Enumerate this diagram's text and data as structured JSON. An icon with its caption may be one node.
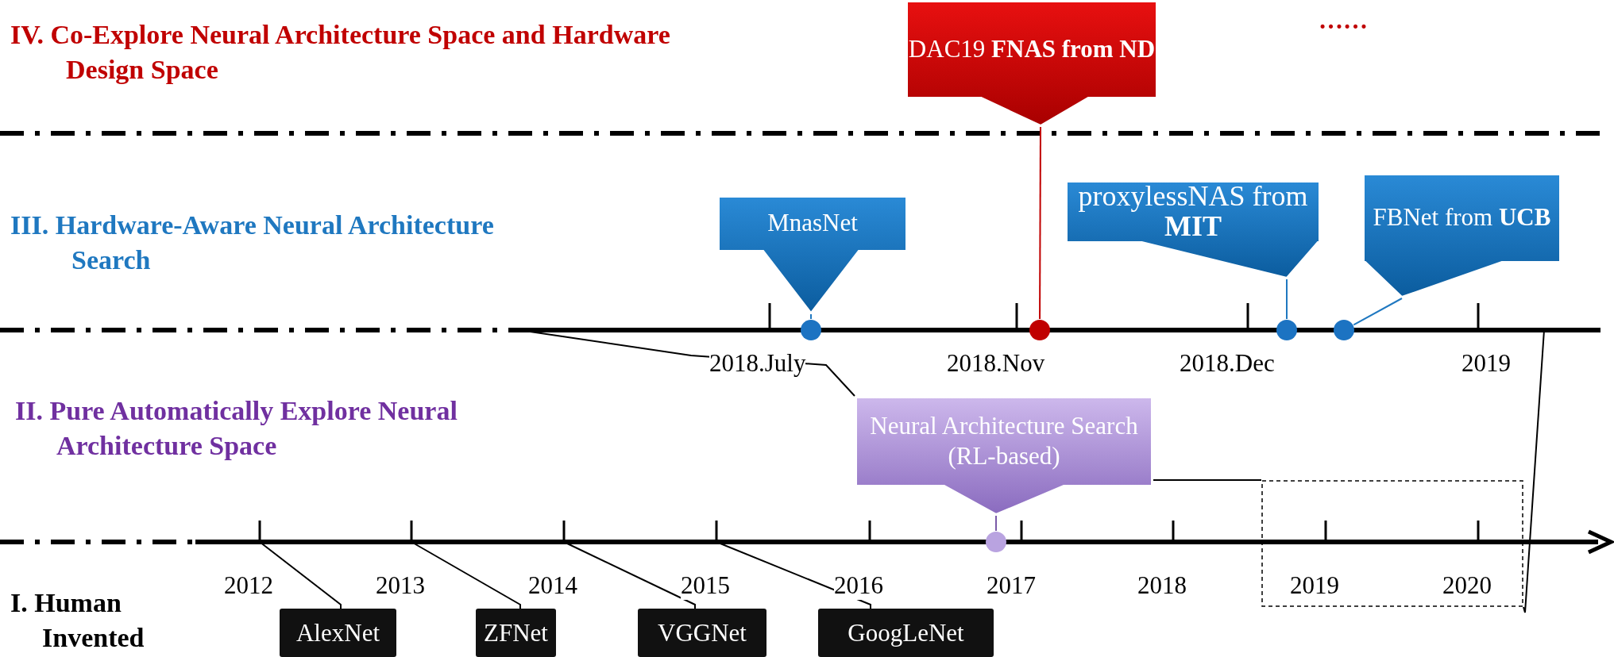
{
  "diagram": {
    "nodes": [
      {
        "text": [
          "DAC19 **FNAS from ND**"
        ]
      },
      {
        "text": [
          "MnasNet"
        ]
      },
      {
        "text": [
          "proxylessNAS from **MIT**"
        ]
      },
      {
        "text": [
          "FBNet from **UCB**"
        ]
      },
      {
        "text": [],
        "shape": "circle"
      },
      {
        "text": [],
        "shape": "circle"
      },
      {
        "text": [],
        "shape": "circle"
      },
      {
        "text": [],
        "shape": "circle"
      },
      {
        "text": [
          "Neural Architecture Search (RL-based)"
        ]
      },
      {
        "text": [],
        "shape": "circle"
      },
      {
        "text": [],
        "shape": "box"
      },
      {
        "text": [
          "AlexNet"
        ]
      },
      {
        "text": [
          "ZFNet"
        ]
      },
      {
        "text": [
          "VGGNet"
        ]
      },
      {
        "text": [
          "GoogLeNet"
        ]
      }
    ],
    "edges": [
      {
        "from": 1,
        "to": 4,
        "arrow": "none",
        "color": "#1f78c0"
      },
      {
        "from": 0,
        "to": 5,
        "arrow": "none",
        "color": "#c00000"
      },
      {
        "from": 2,
        "to": 6,
        "arrow": "none",
        "color": "#1f78c0"
      },
      {
        "from": 3,
        "to": 7,
        "arrow": "none",
        "color": "#1f78c0"
      },
      {
        "from": 8,
        "to": 9,
        "arrow": "none",
        "color": "#7a5aa8"
      },
      {
        "from": null,
        "to": 8,
        "arrow": "none"
      },
      {
        "from": 8,
        "to": 10,
        "arrow": "none"
      },
      {
        "from": null,
        "to": 10,
        "arrow": "none"
      },
      {
        "from": null,
        "to": 11,
        "arrow": "none"
      },
      {
        "from": null,
        "to": 12,
        "arrow": "none"
      },
      {
        "from": null,
        "to": 13,
        "arrow": "none"
      },
      {
        "from": null,
        "to": 14,
        "arrow": "none"
      }
    ],
    "labels": [
      "IV. Co-Explore Neural Architecture Space and Hardware Design Space",
      "……",
      "III. Hardware-Aware Neural Architecture Search",
      "2018.July",
      "2018.Nov",
      "2018.Dec",
      "2019",
      "II. Pure Automatically Explore Neural Architecture Space",
      "2012",
      "2013",
      "2014",
      "2015",
      "2016",
      "2017",
      "2018",
      "2019",
      "2020",
      "I. Human Invented"
    ]
  }
}
